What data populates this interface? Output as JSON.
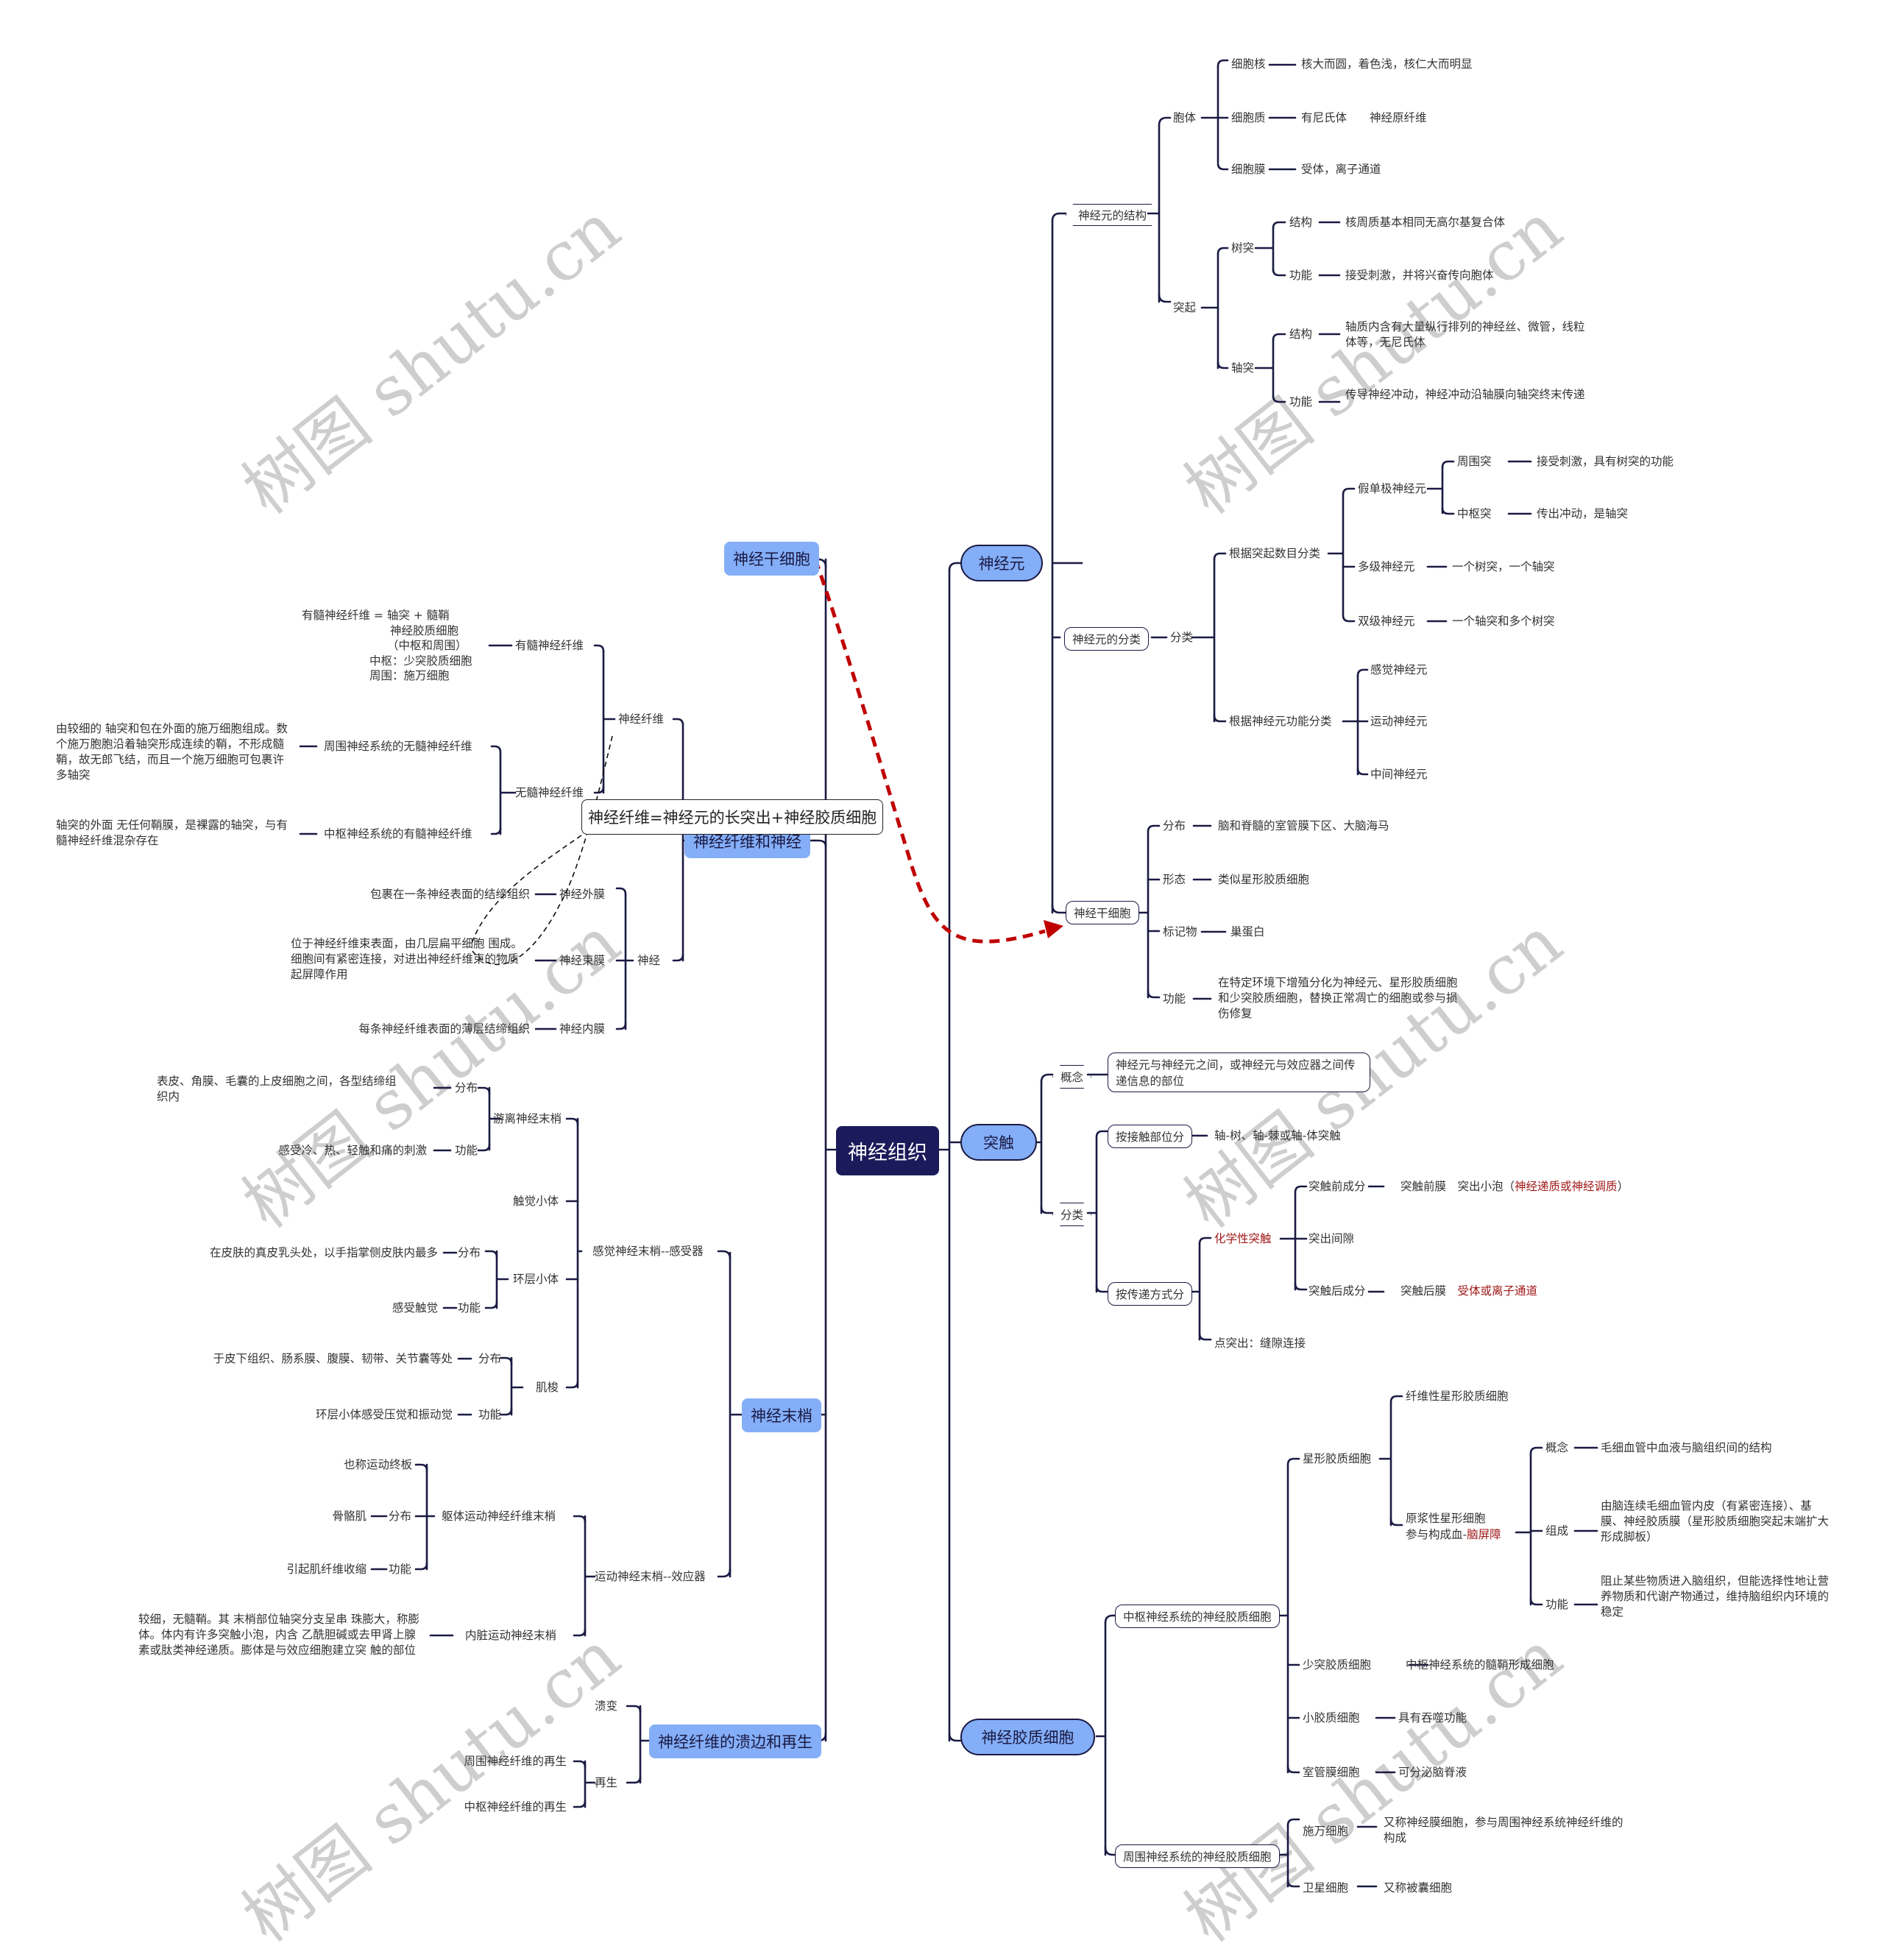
{
  "root": "神经组织",
  "note": "神经纤维=神经元的长突出+神经胶质细胞",
  "watermark": "树图 shutu.cn",
  "colors": {
    "line": "#1a1a44",
    "main_fill": "#84aef7",
    "root_fill": "#1b1a5a",
    "highlight": "#a01818",
    "arrow": "#c00000"
  },
  "right": {
    "neuron": {
      "label": "神经元",
      "structure": {
        "label": "神经元的结构",
        "soma": {
          "label": "胞体",
          "nucleus": {
            "label": "细胞核",
            "desc": "核大而圆，着色浅，核仁大而明显"
          },
          "cytoplasm": {
            "label": "细胞质",
            "desc": "有尼氏体　　神经原纤维"
          },
          "membrane": {
            "label": "细胞膜",
            "desc": "受体，离子通道"
          }
        },
        "process": {
          "label": "突起",
          "dendrite": {
            "label": "树突",
            "struct_label": "结构",
            "struct": "核周质基本相同无高尔基复合体",
            "func_label": "功能",
            "func": "接受刺激，并将兴奋传向胞体"
          },
          "axon": {
            "label": "轴突",
            "struct_label": "结构",
            "struct": "轴质内含有大量纵行排列的神经丝、微管，线粒体等，无尼氏体",
            "func_label": "功能",
            "func": "传导神经冲动，神经冲动沿轴膜向轴突终末传递"
          }
        }
      },
      "classification": {
        "label": "神经元的分类",
        "sub": "分类",
        "by_process": {
          "label": "根据突起数目分类",
          "pseudo": {
            "label": "假单极神经元",
            "peripheral": "周围突",
            "peripheral_desc": "接受刺激，具有树突的功能",
            "central": "中枢突",
            "central_desc": "传出冲动，是轴突"
          },
          "multi": {
            "label": "多级神经元",
            "desc": "一个树突，一个轴突"
          },
          "bi": {
            "label": "双级神经元",
            "desc": "一个轴突和多个树突"
          }
        },
        "by_function": {
          "label": "根据神经元功能分类",
          "items": [
            "感觉神经元",
            "运动神经元",
            "中间神经元"
          ]
        }
      },
      "stem": {
        "label": "神经干细胞",
        "items": [
          {
            "k": "分布",
            "v": "脑和脊髓的室管膜下区、大脑海马"
          },
          {
            "k": "形态",
            "v": "类似星形胶质细胞"
          },
          {
            "k": "标记物",
            "v": "巢蛋白"
          },
          {
            "k": "功能",
            "v": "在特定环境下增殖分化为神经元、星形胶质细胞和少突胶质细胞，替换正常凋亡的细胞或参与损伤修复"
          }
        ]
      }
    },
    "synapse": {
      "label": "突触",
      "concept_label": "概念",
      "concept": "神经元与神经元之间，或神经元与效应器之间传递信息的部位",
      "class_label": "分类",
      "by_contact": {
        "label": "按接触部位分",
        "desc": "轴-树、轴-棘或轴-体突触"
      },
      "by_transfer": {
        "label": "按传递方式分",
        "chemical": {
          "label": "化学性突触",
          "pre": {
            "label": "突触前成分",
            "a": "突触前膜",
            "b": "突出小泡（",
            "c": "神经递质或神经调质",
            "d": "）"
          },
          "cleft": "突出间隙",
          "post": {
            "label": "突触后成分",
            "a": "突触后膜",
            "b": "受体或离子通道"
          }
        },
        "electrical": "点突出：缝隙连接"
      }
    },
    "glia": {
      "label": "神经胶质细胞",
      "cns": {
        "label": "中枢神经系统的神经胶质细胞",
        "astro": {
          "label": "星形胶质细胞",
          "fibrous": "纤维性星形胶质细胞",
          "proto_1": "原浆性星形细胞",
          "proto_2": "参与构成血-",
          "proto_red": "脑屏障",
          "bbb": [
            {
              "k": "概念",
              "v": "毛细血管中血液与脑组织间的结构"
            },
            {
              "k": "组成",
              "v": "由脑连续毛细血管内皮（有紧密连接）、基膜、神经胶质膜（星形胶质细胞突起末端扩大形成脚板）"
            },
            {
              "k": "功能",
              "v": "阻止某些物质进入脑组织，但能选择性地让营养物质和代谢产物通过，维持脑组织内环境的稳定"
            }
          ]
        },
        "oligo": {
          "label": "少突胶质细胞",
          "desc": "中枢神经系统的髓鞘形成细胞"
        },
        "micro": {
          "label": "小胶质细胞",
          "desc": "具有吞噬功能"
        },
        "ependymal": {
          "label": "室管膜细胞",
          "desc": "可分泌脑脊液"
        }
      },
      "pns": {
        "label": "周围神经系统的神经胶质细胞",
        "schwann": {
          "label": "施万细胞",
          "desc": "又称神经膜细胞，参与周围神经系统神经纤维的构成"
        },
        "satellite": {
          "label": "卫星细胞",
          "desc": "又称被囊细胞"
        }
      }
    }
  },
  "left": {
    "stem_cell": "神经干细胞",
    "fiber_nerve": {
      "label": "神经纤维和神经",
      "fiber": {
        "label": "神经纤维",
        "myelinated": {
          "label": "有髓神经纤维",
          "desc": [
            "有髓神经纤维 = 轴突 + 髓鞘",
            "神经胶质细胞",
            "（中枢和周围）",
            "中枢：少突胶质细胞",
            "周围：施万细胞"
          ]
        },
        "unmyelinated": {
          "label": "无髓神经纤维",
          "pns": {
            "label": "周围神经系统的无髓神经纤维",
            "desc": "由较细的 轴突和包在外面的施万细胞组成。数个施万胞胞沿着轴突形成连续的鞘，不形成髓鞘，故无郎飞结，而且一个施万细胞可包裹许多轴突"
          },
          "cns": {
            "label": "中枢神经系统的有髓神经纤维",
            "desc": "轴突的外面 无任何鞘膜，是裸露的轴突，与有髓神经纤维混杂存在"
          }
        }
      },
      "nerve": {
        "label": "神经",
        "epi": {
          "label": "神经外膜",
          "desc": "包裹在一条神经表面的结缔组织"
        },
        "peri": {
          "label": "神经束膜",
          "desc": "位于神经纤维束表面，由几层扁平细胞 围成。细胞间有紧密连接，对进出神经纤维束的物质起屏障作用"
        },
        "endo": {
          "label": "神经内膜",
          "desc": "每条神经纤维表面的薄层结缔组织"
        }
      }
    },
    "endings": {
      "label": "神经末梢",
      "sensory": {
        "label": "感觉神经末梢--感受器",
        "free": {
          "label": "游离神经末梢",
          "dist_k": "分布",
          "dist": "表皮、角膜、毛囊的上皮细胞之间，各型结缔组织内",
          "func_k": "功能",
          "func": "感受冷、热、轻触和痛的刺激"
        },
        "tactile": {
          "label": "触觉小体"
        },
        "lamellar": {
          "label": "环层小体",
          "dist_k": "分布",
          "dist": "在皮肤的真皮乳头处，以手指掌侧皮肤内最多",
          "func_k": "功能",
          "func": "感受触觉"
        },
        "spindle": {
          "label": "肌梭",
          "dist_k": "分布",
          "dist": "于皮下组织、肠系膜、腹膜、韧带、关节囊等处",
          "func_k": "功能",
          "func": "环层小体感受压觉和振动觉"
        }
      },
      "motor": {
        "label": "运动神经末梢--效应器",
        "somatic": {
          "label": "躯体运动神经纤维末梢",
          "alias": "也称运动终板",
          "dist_k": "分布",
          "dist": "骨骼肌",
          "func_k": "功能",
          "func": "引起肌纤维收缩"
        },
        "visceral": {
          "label": "内脏运动神经末梢",
          "desc": "较细，无髓鞘。其 末梢部位轴突分支呈串 珠膨大，称膨体。体内有许多突触小泡，内含 乙酰胆碱或去甲肾上腺素或肽类神经递质。膨体是与效应细胞建立突 触的部位"
        }
      }
    },
    "regen": {
      "label": "神经纤维的溃边和再生",
      "degen": "溃变",
      "regen": "再生",
      "items": [
        "周围神经纤维的再生",
        "中枢神经纤维的再生"
      ]
    }
  }
}
